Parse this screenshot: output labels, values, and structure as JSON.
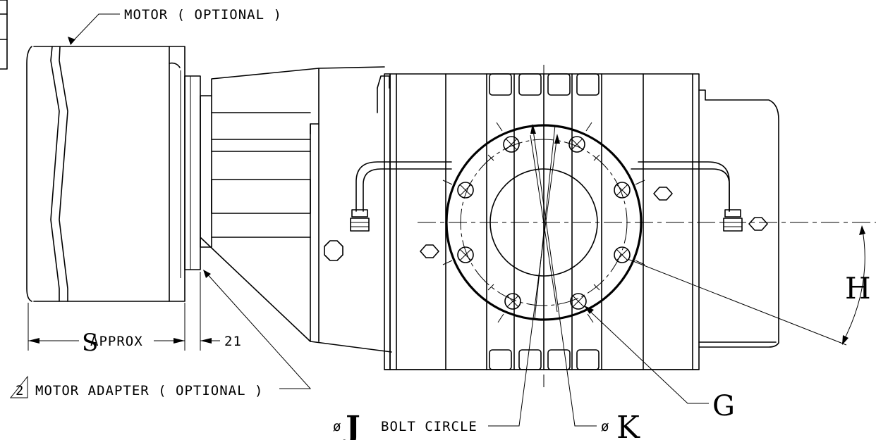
{
  "labels": {
    "motor": "MOTOR ( OPTIONAL )",
    "s_letter": "S",
    "approx": "APPROX",
    "dim_21": "21",
    "note_number": "2",
    "motor_adapter": "MOTOR ADAPTER ( OPTIONAL )",
    "dia_symbol_j": "ø",
    "j_letter": "J",
    "bolt_circle": "BOLT CIRCLE",
    "dia_symbol_k": "ø",
    "k_letter": "K",
    "g_letter": "G",
    "h_letter": "H"
  }
}
